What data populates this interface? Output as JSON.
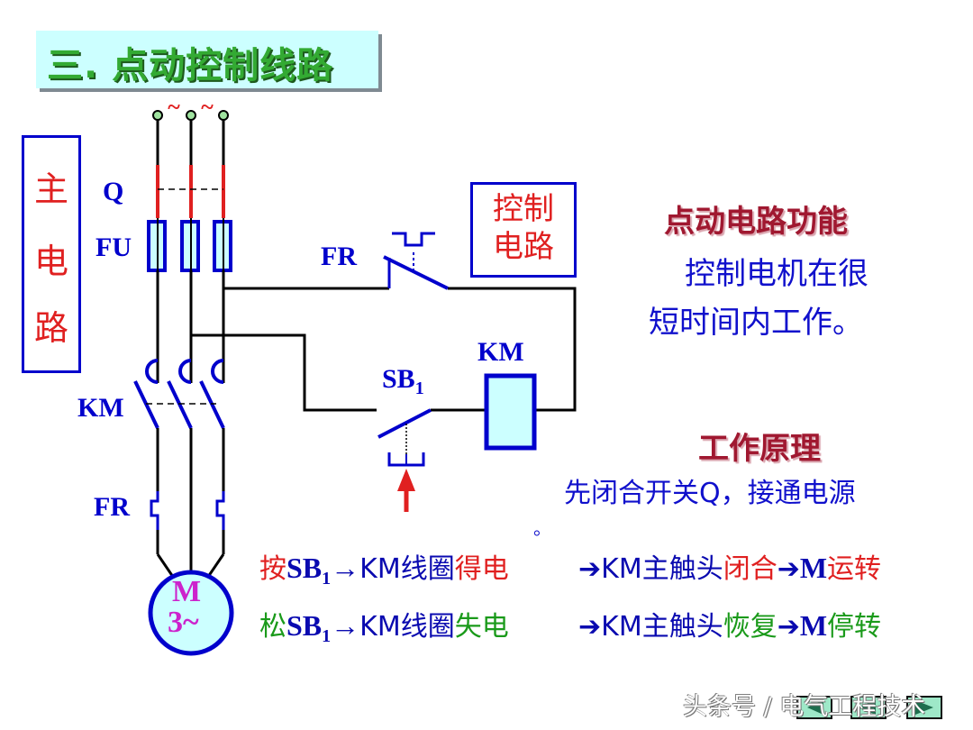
{
  "title": "三. 点动控制线路",
  "main_circuit_label": [
    "主",
    "电",
    "路"
  ],
  "control_circuit_label": [
    "控制",
    "电路"
  ],
  "components": {
    "switch": "Q",
    "fuse": "FU",
    "contactor_main": "KM",
    "thermal_relay_main": "FR",
    "thermal_relay_contact": "FR",
    "button": "SB",
    "button_subscript": "1",
    "coil": "KM",
    "motor_line1": "M",
    "motor_line2": "3~",
    "supply_symbol": "~"
  },
  "function_section": {
    "heading": "点动电路功能",
    "line1": "控制电机在很",
    "line2": "短时间内工作。"
  },
  "principle_section": {
    "heading": "工作原理",
    "line1": "先闭合开关Q，接通电源",
    "line1_tail": "。"
  },
  "sequence": {
    "press": {
      "verb": "按",
      "sb": "SB",
      "sub": "1",
      "arrow1": "→",
      "km_coil": "KM线圈",
      "state": "得电",
      "arrow2": "➔",
      "km_main": "KM主触头",
      "contact_state": "闭合",
      "arrow3": "➔",
      "motor": "M",
      "motor_state": "运转"
    },
    "release": {
      "verb": "松",
      "sb": "SB",
      "sub": "1",
      "arrow1": "→",
      "km_coil": "KM线圈",
      "state": "失电",
      "arrow2": "➔",
      "km_main": "KM主触头",
      "contact_state": "恢复",
      "arrow3": "➔",
      "motor": "M",
      "motor_state": "停转"
    }
  },
  "watermark": "头条号 / 电气工程技术",
  "nav_buttons": [
    "previous",
    "back",
    "next"
  ],
  "colors": {
    "title_green": "#33aa33",
    "title_bg": "#ccffff",
    "symbol_blue": "#0000cc",
    "accent_red": "#e02020",
    "accent_green": "#1a9a1a",
    "heading_maroon": "#a01830"
  }
}
